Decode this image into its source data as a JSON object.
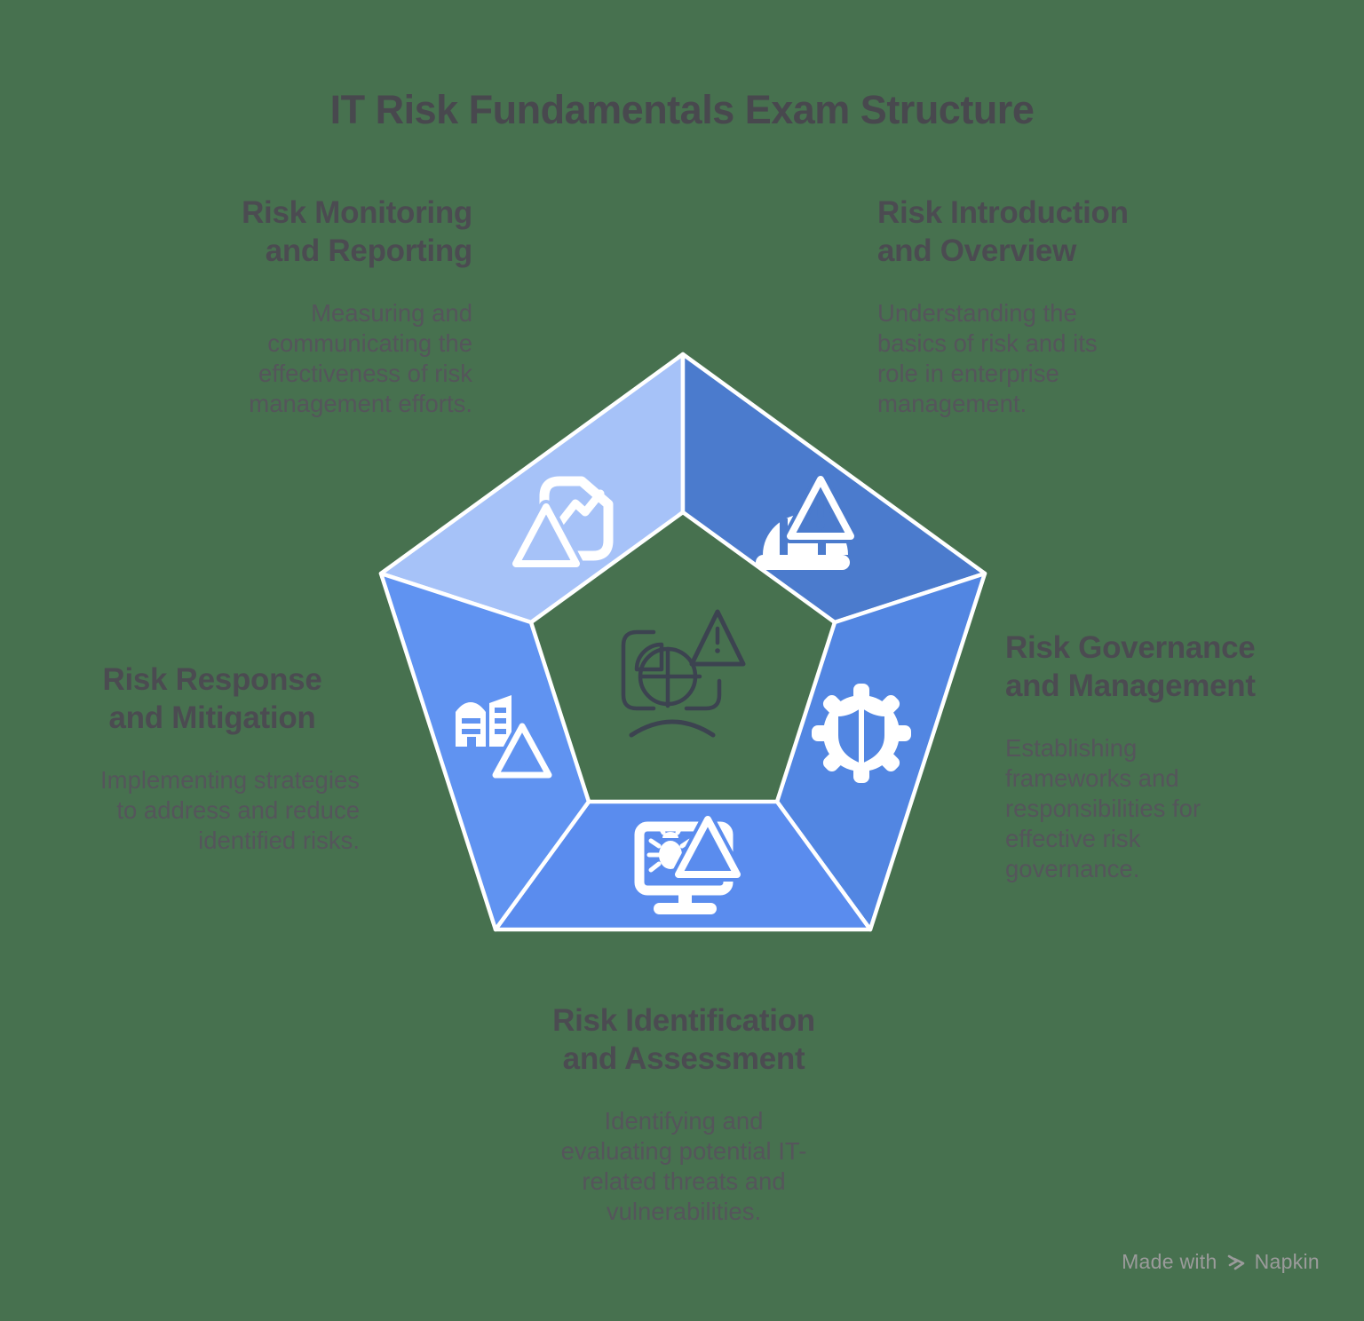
{
  "title": "IT Risk Fundamentals Exam Structure",
  "colors": {
    "background": "#47714f",
    "title_text": "#48484e",
    "heading_text": "#4b4b51",
    "body_text": "#55555b",
    "watermark_text": "#9b9b9b",
    "center_icon": "#3c4350",
    "monitoring": "#a6c2f8",
    "introduction": "#4b7bcd",
    "governance": "#5286e2",
    "identification": "#5a8cee",
    "response": "#6093f1"
  },
  "sections": {
    "monitoring": {
      "heading": "Risk Monitoring\nand Reporting",
      "description": "Measuring and\ncommunicating the\neffectiveness of risk\nmanagement efforts.",
      "icon": "report-chart-warning-icon"
    },
    "introduction": {
      "heading": "Risk Introduction\nand Overview",
      "description": "Understanding the\nbasics of risk and its\nrole in enterprise\nmanagement.",
      "icon": "hardhat-warning-icon"
    },
    "governance": {
      "heading": "Risk Governance\nand Management",
      "description": "Establishing\nframeworks and\nresponsibilities for\neffective risk\ngovernance.",
      "icon": "gear-shield-icon"
    },
    "identification": {
      "heading": "Risk Identification\nand Assessment",
      "description": "Identifying and\nevaluating potential IT-\nrelated threats and\nvulnerabilities.",
      "icon": "monitor-bug-warning-icon"
    },
    "response": {
      "heading": "Risk Response\nand Mitigation",
      "description": "Implementing strategies\nto address and reduce\nidentified risks.",
      "icon": "buildings-warning-icon"
    }
  },
  "center_icon": "risk-assessment-person-icon",
  "watermark": {
    "made_with": "Made with",
    "brand": "Napkin"
  }
}
